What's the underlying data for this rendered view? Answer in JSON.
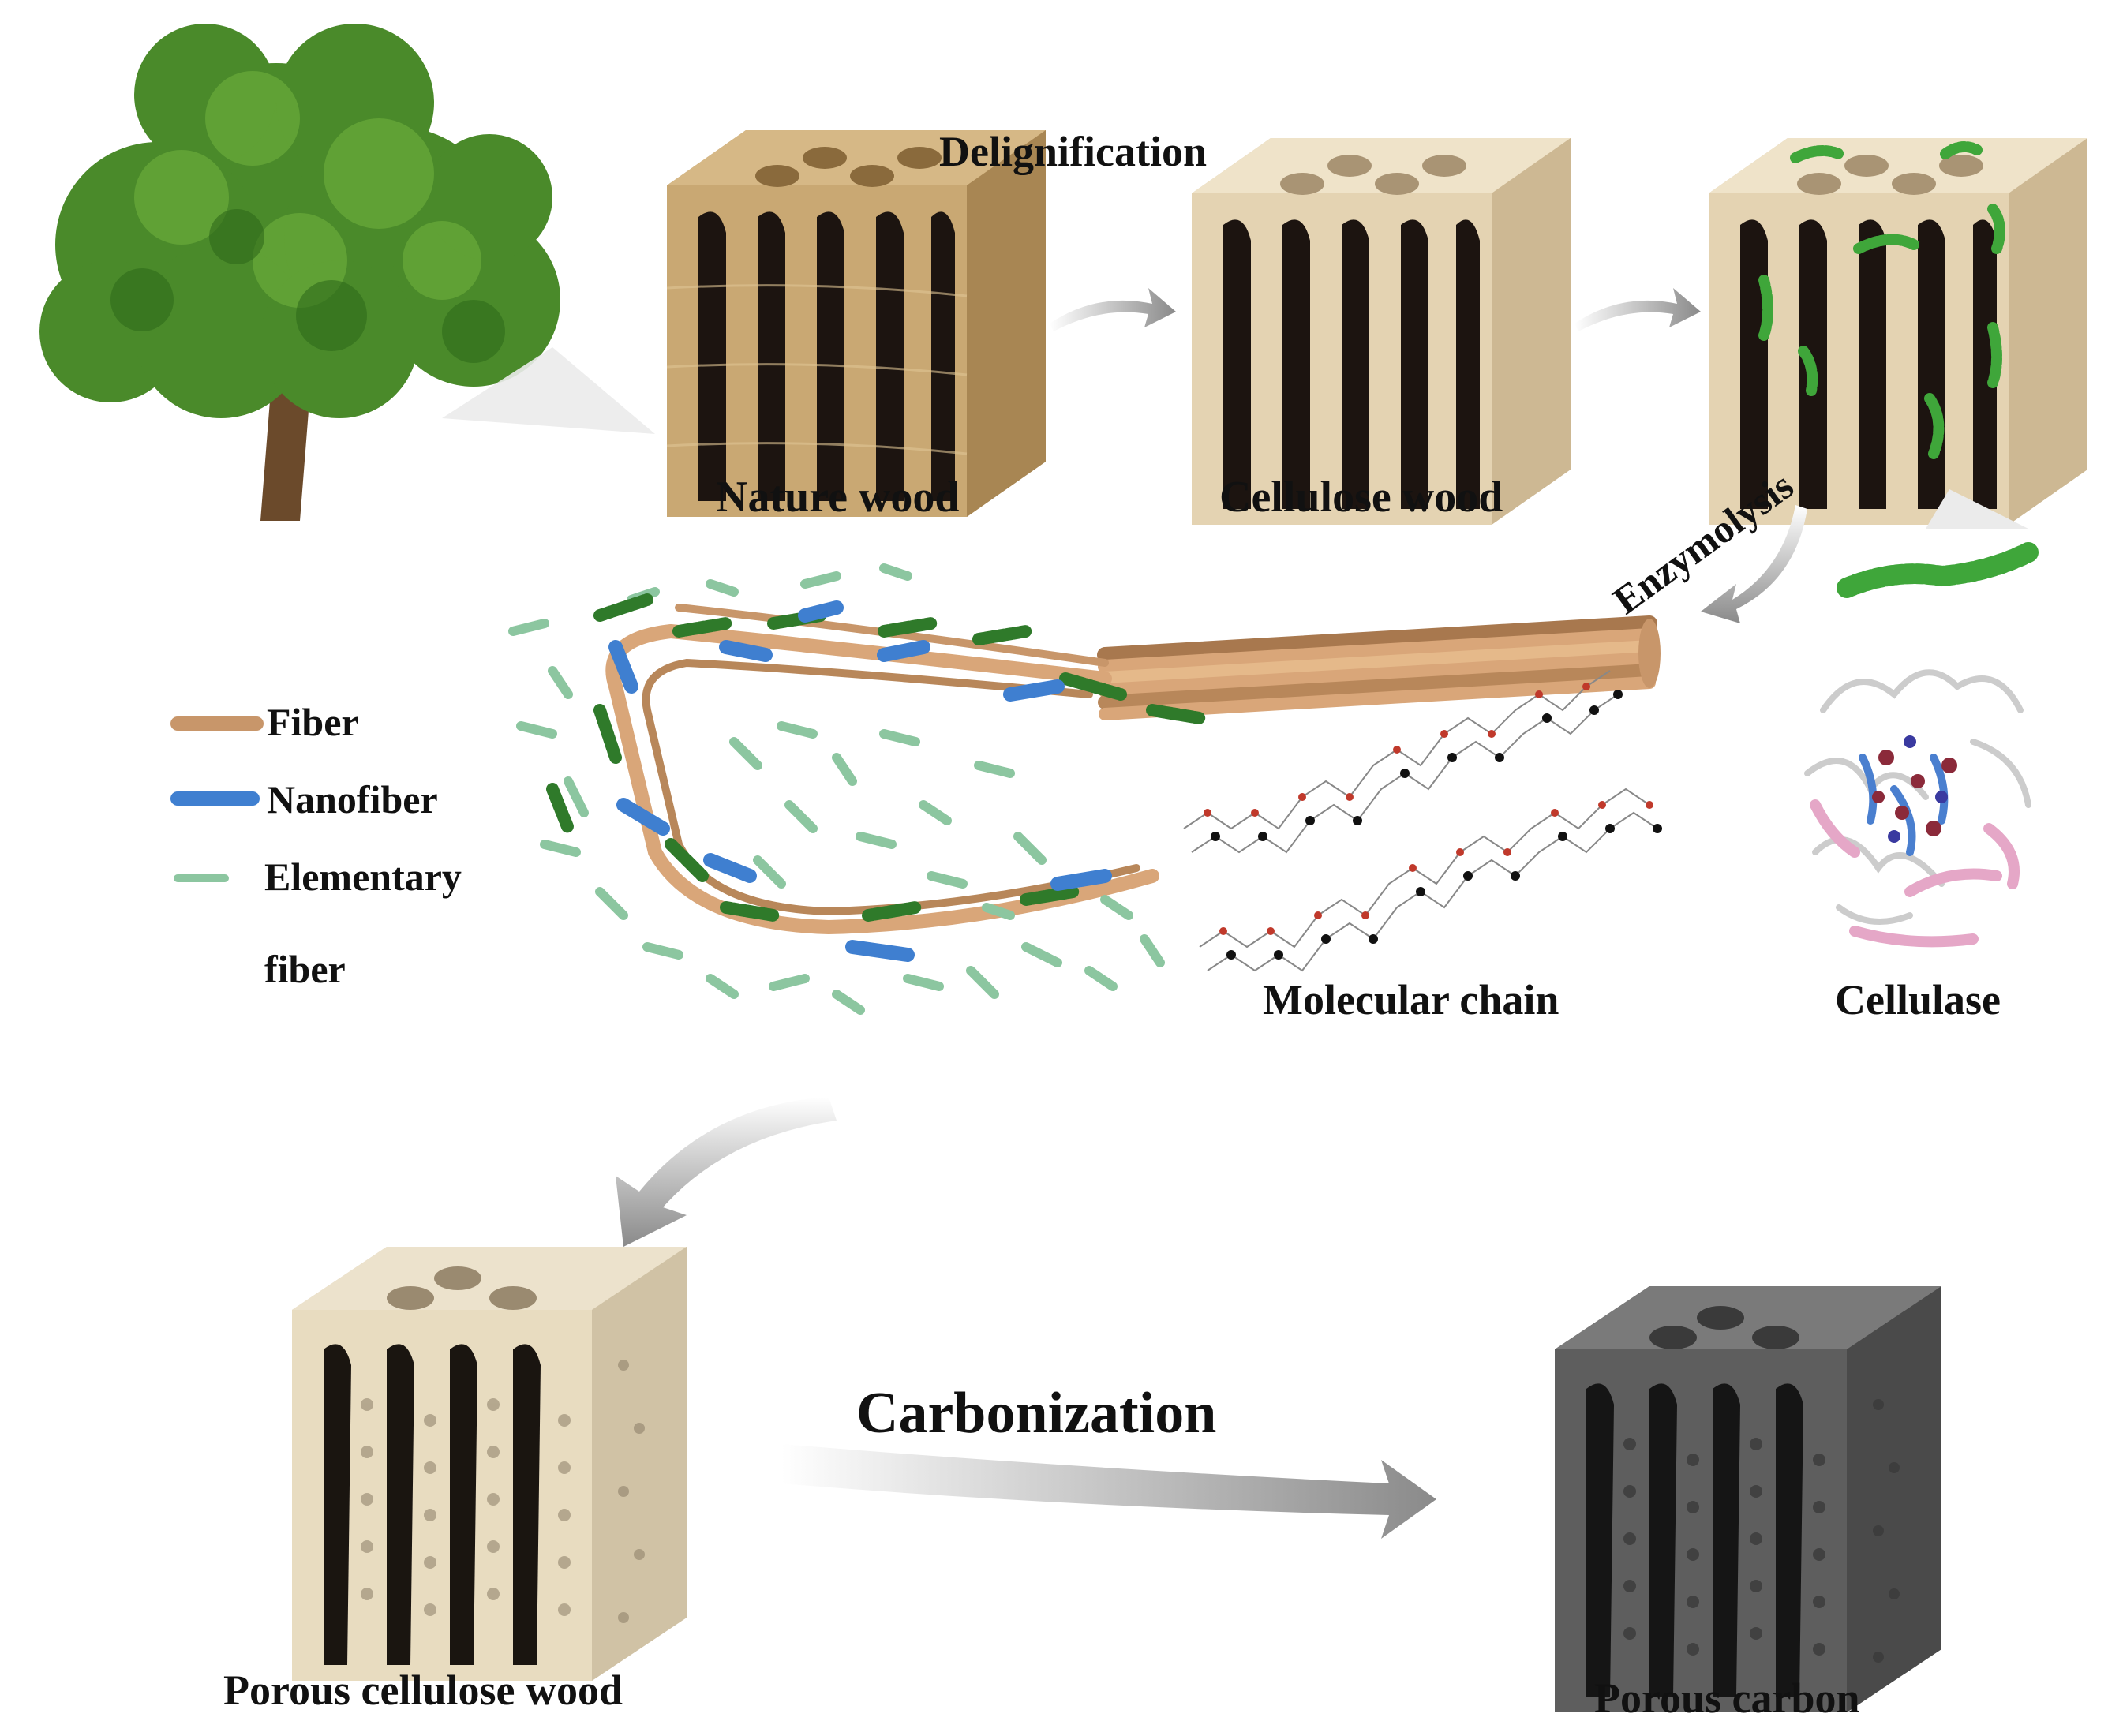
{
  "labels": {
    "delignification": "Delignification",
    "nature_wood": "Nature wood",
    "cellulose_wood": "Cellulose wood",
    "enzymolysis": "Enzymolysis",
    "molecular_chain": "Molecular chain",
    "cellulase": "Cellulase",
    "carbonization": "Carbonization",
    "porous_cellulose_wood": "Porous cellulose wood",
    "porous_carbon": "Porous carbon"
  },
  "legend": [
    {
      "label": "Fiber",
      "color": "#d9a679"
    },
    {
      "label": "Nanofiber",
      "color": "#3f7fd0"
    },
    {
      "label": "Elementary",
      "color": "#8cc6a0"
    },
    {
      "label": "fiber",
      "color": ""
    }
  ],
  "colors": {
    "natural_wood": "#c9a873",
    "cellulose_wood": "#e4d3b2",
    "porous_wood": "#e8dcc0",
    "carbon": "#5a5a5a",
    "tree_leaves": "#4a8a2a",
    "enzyme_green": "#3fa63a",
    "arrow": "#a8a8a8"
  }
}
